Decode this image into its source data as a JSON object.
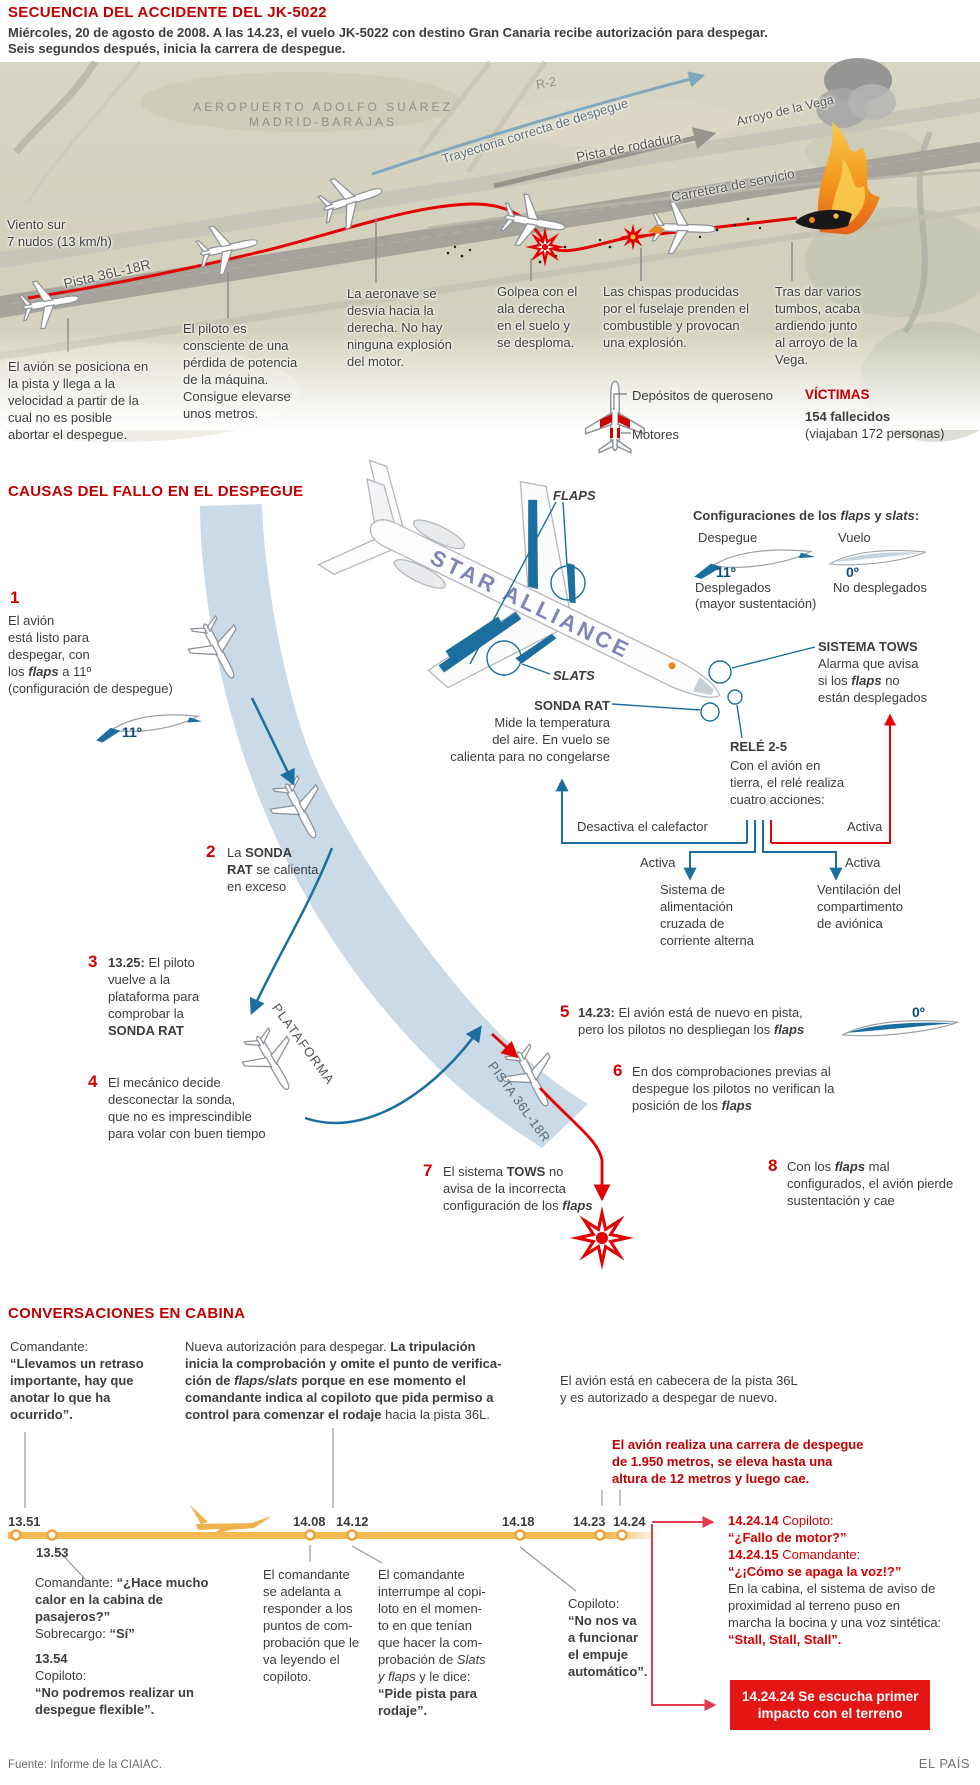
{
  "colors": {
    "title_red": "#c10000",
    "num_red": "#d60000",
    "quote_red": "#d50000",
    "path_red": "#e30000",
    "blue": "#1b6fa0",
    "band": "#cbdae7",
    "orange": "#f6ba52",
    "box_red": "#e31515",
    "text": "#3d3d3d"
  },
  "sec1": {
    "title": "SECUENCIA DEL ACCIDENTE DEL JK-5022",
    "intro": "Miércoles, 20 de agosto de 2008. A las 14.23, el vuelo JK-5022 con destino Gran Canaria recibe autorización para despegar.\nSeis segundos después, inicia la carrera de despegue.",
    "map": {
      "airport": "AEROPUERTO ADOLFO SUÁREZ\nMADRID-BARAJAS",
      "r2": "R-2",
      "trayectoria": "Trayectoria correcta de despegue",
      "rodadura": "Pista de rodadura",
      "carretera": "Carretera de servicio",
      "arroyo": "Arroyo de la Vega",
      "viento": "Viento sur\n7 nudos (13 km/h)",
      "pista": "Pista 36L-18R"
    },
    "ann1": "El avión se posiciona en\nla pista y llega a la\nvelocidad a partir de la\ncual no es posible\nabortar el despegue.",
    "ann2": "El piloto es\nconsciente de una\npérdida de potencia\nde la máquina.\nConsigue elevarse\nunos metros.",
    "ann3": "La aeronave se\ndesvía hacia la\nderecha. No hay\nninguna explosión\ndel motor.",
    "ann4": "Golpea con el\nala derecha\nen el suelo y\nse desploma.",
    "ann5": "Las chispas producidas\npor el fuselaje prenden el\ncombustible y provocan\nuna explosión.",
    "ann6": "Tras dar varios\ntumbos, acaba\nardiendo junto\nal arroyo de la\nVega.",
    "legend": {
      "deposits": "Depósitos de queroseno",
      "engines": "Motores"
    },
    "victims": {
      "title": "VÍCTIMAS",
      "count": "154 fallecidos",
      "note": "(viajaban 172 personas)"
    }
  },
  "sec2": {
    "title": "CAUSAS DEL FALLO EN EL DESPEGUE",
    "s1": {
      "num": "1",
      "t1": "El avión\nestá listo para\ndespegar, con\nlos ",
      "fi": "flaps",
      "t2": " a 11º\n(configuración de despegue)"
    },
    "s2": {
      "num": "2",
      "t1": "La ",
      "b1": "SONDA\nRAT",
      "t2": " se calienta\nen exceso"
    },
    "s3": {
      "num": "3",
      "b1": "13.25:",
      "t1": " El piloto\nvuelve a la\nplataforma para\ncomprobar la\n",
      "b2": "SONDA RAT"
    },
    "s4": {
      "num": "4",
      "t1": "El mecánico decide\ndesconectar la sonda,\nque no es imprescindible\npara volar con buen tiempo"
    },
    "s5": {
      "num": "5",
      "b1": "14.23:",
      "t1": " El avión está de nuevo en pista,\npero los pilotos no despliegan los ",
      "fi": "flaps"
    },
    "s6": {
      "num": "6",
      "t1": "En dos comprobaciones previas al\ndespegue los pilotos no verifican la\nposición de los ",
      "fi": "flaps"
    },
    "s7": {
      "num": "7",
      "t1": "El sistema ",
      "b1": "TOWS",
      "t2": " no\navisa de la incorrecta\nconfiguración de los ",
      "fi": "flaps"
    },
    "s8": {
      "num": "8",
      "t1": "Con los ",
      "fi": "flaps",
      "t2": " mal\nconfigurados, el avión pierde\nsustentación y cae"
    },
    "flaps_label": "FLAPS",
    "slats_label": "SLATS",
    "plataforma": "PLATAFORMA",
    "pista": "PISTA 36L-18R",
    "deg11_step": "11º",
    "deg0_step": "0º",
    "star_alliance": "STAR ALLIANCE",
    "config": {
      "t1": "Configuraciones de los ",
      "i1": "flaps",
      "t2": " y ",
      "i2": "slats",
      "t3": ":",
      "despegue": "Despegue",
      "vuelo": "Vuelo",
      "deg11": "11º",
      "deg0": "0º",
      "desplegados": "Desplegados",
      "mayor": "(mayor sustentación)",
      "no_desplegados": "No desplegados"
    },
    "tows": {
      "title": "SISTEMA TOWS",
      "t1": "Alarma que avisa\nsi los ",
      "fi": "flaps",
      "t2": " no\nestán desplegados"
    },
    "sonda": {
      "title": "SONDA RAT",
      "desc": "Mide la temperatura\ndel aire. En vuelo se\ncalienta para no congelarse"
    },
    "rele": {
      "title": "RELÉ 2-5",
      "desc": "Con el avión en\ntierra, el relé realiza\ncuatro acciones:"
    },
    "acciones": {
      "desactiva": "Desactiva el calefactor",
      "activa_tows": "Activa",
      "activa_sistema": "Activa",
      "activa_vent": "Activa",
      "sistema": "Sistema de\nalimentación\ncruzada de\ncorriente alterna",
      "ventilacion": "Ventilación del\ncompartimento\nde aviónica"
    }
  },
  "sec3": {
    "title": "CONVERSACIONES EN CABINA",
    "c1": {
      "n": "Comandante:\n",
      "q": "“Llevamos un retraso\nimportante, hay que\nanotar lo que ha\nocurrido”."
    },
    "c2": {
      "n1": "Nueva autorización para despegar. ",
      "b1": "La tripulación\ninicia la comprobación y omite el punto de verifica-\nción de ",
      "fi": "flaps/slats",
      "b2": " porque en ese momento el\ncomandante indica al copiloto que pida permiso a\ncontrol para comenzar el rodaje",
      "n2": " hacia la pista 36L."
    },
    "c3": "El avión está en cabecera de la pista 36L\ny es autorizado a despegar de nuevo.",
    "c4": "El avión realiza una carrera de despegue\nde 1.950 metros, se eleva hasta una\naltura de 12 metros y luego cae.",
    "times": [
      "13.51",
      "13.53",
      "14.08",
      "14.12",
      "14.18",
      "14.23",
      "14.24"
    ],
    "q1a": {
      "n1": "Comandante: ",
      "q1": "“¿Hace mucho\ncalor en la cabina de pasajeros?”\n",
      "n2": "Sobrecargo: ",
      "q2": "“Sí”"
    },
    "q1b": {
      "b": "13.54",
      "n": "\nCopiloto:\n",
      "q": "“No podremos realizar un\ndespegue flexible”."
    },
    "q2": "El comandante\nse adelanta a\nresponder a los\npuntos de com-\nprobación que le\nva leyendo el\ncopiloto.",
    "q3": {
      "t1": "El comandante\ninterrumpe al copi-\nloto en el momen-\nto en que tenían\nque hacer la com-\nprobación de ",
      "fi": "Slats\ny flaps",
      "t2": " y le dice:\n",
      "q": "“Pide pista para\nrodaje”."
    },
    "q4": {
      "n": "Copiloto:\n",
      "q": "“No nos va\na funcionar\nel empuje\nautomático”."
    },
    "r1": {
      "b1": "14.24.14",
      "n1": " Copiloto:\n",
      "q1": "“¿Fallo de motor?”\n",
      "b2": "14.24.15",
      "n2": " Comandante:\n",
      "q2": "“¿¡Cómo se apaga la voz!?”\n",
      "n3": "En la cabina, el sistema de aviso de\nproximidad al terreno puso en\nmarcha la bocina y una voz sintética:\n",
      "q3": "“Stall, Stall, Stall”."
    },
    "rbox": "14.24.24 Se escucha primer\nimpacto con el terreno",
    "footer": {
      "source": "Fuente: Informe de la CIAIAC.",
      "brand": "EL PAÍS"
    }
  }
}
